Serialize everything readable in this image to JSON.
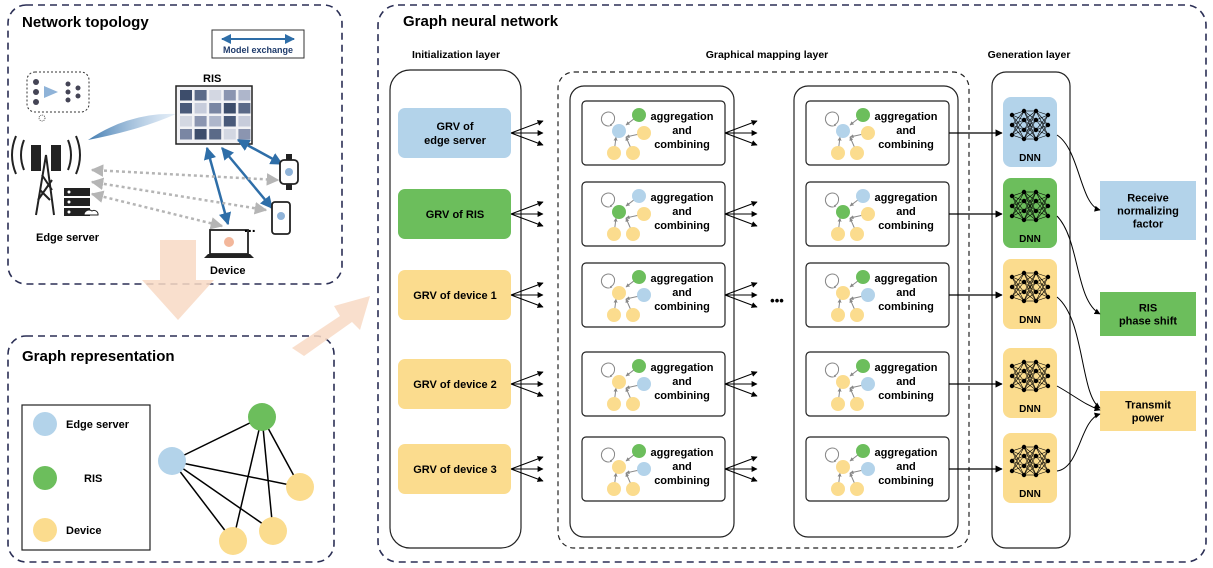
{
  "network_topology": {
    "title": "Network topology",
    "model_exchange": "Model exchange",
    "ris_label": "RIS",
    "edge_server_label": "Edge server",
    "device_label": "Device",
    "ellipsis": "..."
  },
  "graph_representation": {
    "title": "Graph representation",
    "legend": [
      {
        "label": "Edge server",
        "color": "#b3d3ea"
      },
      {
        "label": "RIS",
        "color": "#6cbe5c"
      },
      {
        "label": "Device",
        "color": "#fbdc8e"
      }
    ]
  },
  "gnn": {
    "title": "Graph neural network",
    "init_layer_title": "Initialization layer",
    "mapping_layer_title": "Graphical mapping layer",
    "generation_layer_title": "Generation layer",
    "grv_boxes": [
      {
        "label": "GRV of edge server",
        "line1": "GRV of",
        "line2": "edge server",
        "color": "#b3d3ea"
      },
      {
        "label": "GRV of RIS",
        "color": "#6cbe5c"
      },
      {
        "label": "GRV of device 1",
        "color": "#fbdc8e"
      },
      {
        "label": "GRV of device 2",
        "color": "#fbdc8e"
      },
      {
        "label": "GRV of device 3",
        "color": "#fbdc8e"
      }
    ],
    "aggregation_text": {
      "line1": "aggregation",
      "line2": "and",
      "line3": "combining"
    },
    "mapping_ellipsis": "•••",
    "dnn_label": "DNN",
    "dnn_colors": [
      "#b3d3ea",
      "#6cbe5c",
      "#fbdc8e",
      "#fbdc8e",
      "#fbdc8e"
    ],
    "outputs": [
      {
        "lines": [
          "Receive",
          "normalizing",
          "factor"
        ],
        "color": "#b3d3ea"
      },
      {
        "lines": [
          "RIS",
          "phase shift"
        ],
        "color": "#6cbe5c"
      },
      {
        "lines": [
          "Transmit",
          "power"
        ],
        "color": "#fbdc8e"
      }
    ]
  },
  "colors": {
    "edge_server": "#b3d3ea",
    "ris": "#6cbe5c",
    "device": "#fbdc8e",
    "panel_border": "#2b2f55",
    "arrow_blue": "#2e6ea8",
    "big_arrow": "#f8d9c4"
  }
}
